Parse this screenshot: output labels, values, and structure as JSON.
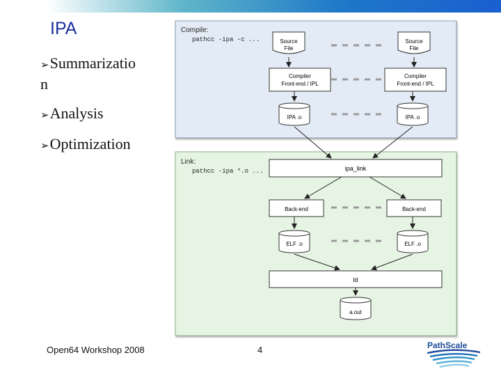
{
  "slide": {
    "title": "IPA",
    "bullets": [
      "Summarizatio",
      "n",
      "Analysis",
      "Optimization"
    ],
    "footer": "Open64 Workshop 2008",
    "page_number": "4"
  },
  "diagram": {
    "compile": {
      "label": "Compile:",
      "command": "pathcc -ipa -c ...",
      "source_file": [
        "Source",
        "File"
      ],
      "compiler": [
        "Compiler",
        "Front-end / IPL"
      ],
      "ipa_o": "IPA .o"
    },
    "link": {
      "label": "Link:",
      "command": "pathcc -ipa *.o ...",
      "ipa_link": "ipa_link",
      "back_end": "Back-end",
      "elf_o": "ELF .o",
      "ld": "ld",
      "a_out": "a.out"
    },
    "colors": {
      "compile_panel": "#e3ebf6",
      "link_panel": "#e6f5e3",
      "title": "#1a2fa0"
    }
  },
  "logo": {
    "text": "PathScale",
    "icon": "pathscale-wave-logo"
  }
}
